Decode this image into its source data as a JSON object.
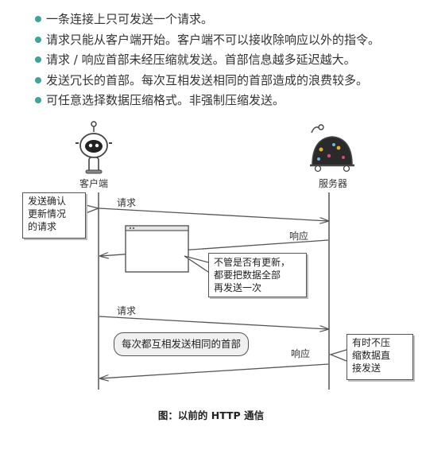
{
  "bullets": [
    "一条连接上只可发送一个请求。",
    "请求只能从客户端开始。客户端不可以接收除响应以外的指令。",
    "请求 / 响应首部未经压缩就发送。首部信息越多延迟越大。",
    "发送冗长的首部。每次互相发送相同的首部造成的浪费较多。",
    "可任意选择数据压缩格式。非强制压缩发送。"
  ],
  "actors": {
    "client": "客户端",
    "server": "服务器"
  },
  "messages": {
    "request_1": "请求",
    "response_1": "响应",
    "request_2": "请求",
    "response_2": "响应"
  },
  "notes": {
    "left": [
      "发送确认",
      "更新情况",
      "的请求"
    ],
    "middle": [
      "不管是否有更新，",
      "都要把数据全部",
      "再发送一次"
    ],
    "right": [
      "有时不压",
      "缩数据直",
      "接发送"
    ],
    "pill": "每次都互相发送相同的首部"
  },
  "caption": "图：以前的 HTTP 通信",
  "colors": {
    "bullet": "#3fa39a",
    "line": "#555555"
  }
}
